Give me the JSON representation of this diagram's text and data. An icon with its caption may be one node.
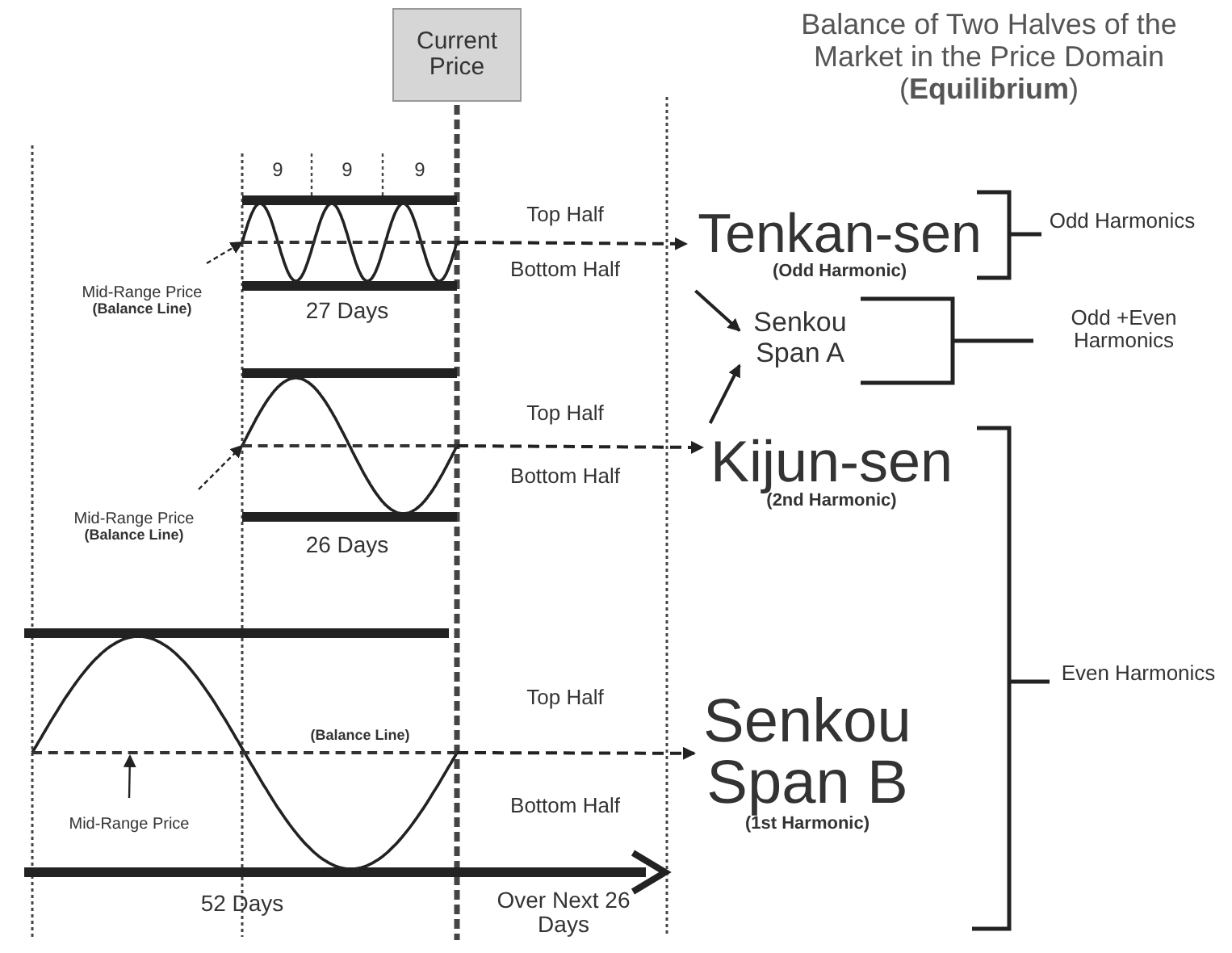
{
  "diagram": {
    "title": "Balance of Two Halves of the Market in the Price Domain (**Equilibrium**)",
    "nodes": [
      {
        "text": [
          "Current Price"
        ]
      },
      {
        "text": [
          "Mid-Range Price",
          "(Balance Line)"
        ]
      },
      {
        "text": [],
        "shape": "line"
      },
      {
        "text": [
          "Mid-Range Price",
          "(Balance Line)"
        ]
      },
      {
        "text": [],
        "shape": "line"
      },
      {
        "text": [
          "Mid-Range Price"
        ]
      },
      {
        "text": [],
        "shape": "line"
      },
      {
        "text": [
          "Tenkan-sen",
          "(Odd Harmonic)"
        ]
      },
      {
        "text": [
          "Senkou Span A"
        ]
      },
      {
        "text": [
          "Kijun-sen",
          "(2nd Harmonic)"
        ]
      },
      {
        "text": [
          "Senkou Span B",
          "(1st Harmonic)"
        ]
      }
    ],
    "edges": [
      {
        "from": 1,
        "to": 2,
        "arrow": "to",
        "style": "dashed"
      },
      {
        "from": 3,
        "to": 4,
        "arrow": "to",
        "style": "dashed"
      },
      {
        "from": 5,
        "to": 6,
        "arrow": "to"
      },
      {
        "from": 2,
        "to": 7,
        "arrow": "to",
        "style": "dashed"
      },
      {
        "from": 7,
        "to": 8,
        "arrow": "to"
      },
      {
        "from": 4,
        "to": 9,
        "arrow": "to",
        "style": "dashed"
      },
      {
        "from": 9,
        "to": 8,
        "arrow": "to"
      },
      {
        "from": 6,
        "to": 10,
        "arrow": "to",
        "style": "dashed"
      }
    ],
    "labels": [
      "9",
      "9",
      "9",
      "Top Half",
      "Bottom Half",
      "27 Days",
      "Top Half",
      "Bottom Half",
      "26 Days",
      "Top Half",
      "(Balance Line)",
      "Bottom Half",
      "52 Days",
      "Over Next 26 Days",
      "Odd Harmonics",
      "Odd +Even Harmonics",
      "Even Harmonics"
    ]
  }
}
